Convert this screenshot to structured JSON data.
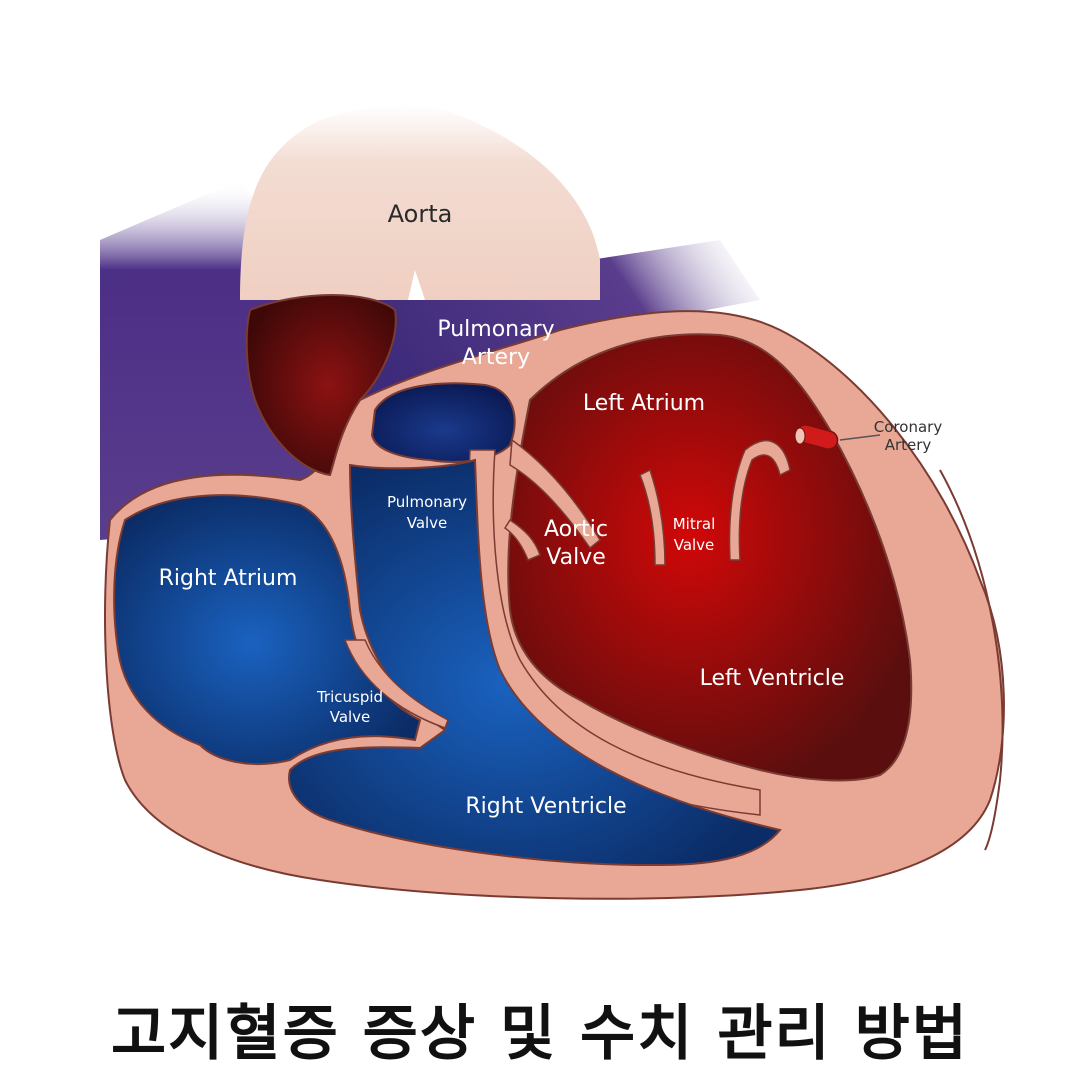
{
  "diagram": {
    "labels": {
      "aorta": "Aorta",
      "pulmonary_artery_1": "Pulmonary",
      "pulmonary_artery_2": "Artery",
      "left_atrium": "Left Atrium",
      "coronary_artery_1": "Coronary",
      "coronary_artery_2": "Artery",
      "pulmonary_valve_1": "Pulmonary",
      "pulmonary_valve_2": "Valve",
      "aortic_valve_1": "Aortic",
      "aortic_valve_2": "Valve",
      "mitral_valve_1": "Mitral",
      "mitral_valve_2": "Valve",
      "right_atrium": "Right Atrium",
      "tricuspid_valve_1": "Tricuspid",
      "tricuspid_valve_2": "Valve",
      "left_ventricle": "Left Ventricle",
      "right_ventricle": "Right Ventricle"
    },
    "colors": {
      "tissue": "#e8a895",
      "tissue_outline": "#7a3b33",
      "deoxygenated": "#1a4a9c",
      "oxygenated": "#c40d0d",
      "vena_cava": "#5a3d8c",
      "aorta": "#f3dcd2"
    }
  },
  "caption": {
    "title": "고지혈증 증상 및 수치 관리 방법"
  }
}
